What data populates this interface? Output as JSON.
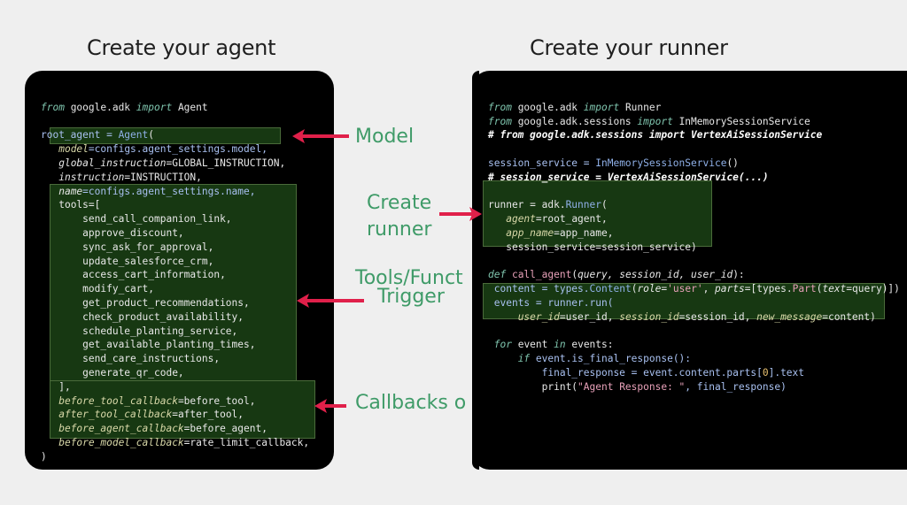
{
  "titles": {
    "left": "Create your agent",
    "right": "Create your runner"
  },
  "labels": {
    "model": "Model",
    "create_runner_1": "Create",
    "create_runner_2": "runner",
    "tools_1": "Tools/Funct",
    "tools_2": "Trigger",
    "callbacks": "Callbacks o"
  },
  "agent_code": {
    "import_from": "from",
    "import_module": " google.adk ",
    "import_kw": "import",
    "import_name": " Agent",
    "root_lhs": "root_agent = ",
    "root_cls": "Agent",
    "root_paren": "(",
    "model_param": "model",
    "model_val": "=configs.agent_settings.model,",
    "gi_param": "global_instruction",
    "gi_val": "=GLOBAL_INSTRUCTION,",
    "instr_param": "instruction",
    "instr_val": "=INSTRUCTION,",
    "name_param": "name",
    "name_val": "=configs.agent_settings.name,",
    "tools_open": "tools=[",
    "tools": [
      "send_call_companion_link,",
      "approve_discount,",
      "sync_ask_for_approval,",
      "update_salesforce_crm,",
      "access_cart_information,",
      "modify_cart,",
      "get_product_recommendations,",
      "check_product_availability,",
      "schedule_planting_service,",
      "get_available_planting_times,",
      "send_care_instructions,",
      "generate_qr_code,"
    ],
    "tools_close": "],",
    "callbacks": [
      {
        "param": "before_tool_callback",
        "val": "=before_tool,"
      },
      {
        "param": "after_tool_callback",
        "val": "=after_tool,"
      },
      {
        "param": "before_agent_callback",
        "val": "=before_agent,"
      },
      {
        "param": "before_model_callback",
        "val": "=rate_limit_callback,"
      }
    ],
    "close": ")"
  },
  "runner_code": {
    "l1": {
      "from": "from",
      "mod": " google.adk ",
      "imp": "import",
      "name": " Runner"
    },
    "l2": {
      "from": "from",
      "mod": " google.adk.sessions ",
      "imp": "import",
      "name": " InMemorySessionService"
    },
    "l3": "# from google.adk.sessions import VertexAiSessionService",
    "l5a": "session_service = ",
    "l5b": "InMemorySessionService",
    "l5c": "()",
    "l6": "# session_service = VertexAiSessionService(...)",
    "r1a": "runner = adk.",
    "r1b": "Runner",
    "r1c": "(",
    "r2p": "agent",
    "r2v": "=root_agent,",
    "r3p": "app_name",
    "r3v": "=app_name,",
    "r4": "session_service=session_service)",
    "d1a": "def ",
    "d1b": "call_agent",
    "d1c": "(",
    "d1d": "query, session_id, user_id",
    "d1e": "):",
    "c1a": "content = types.",
    "c1b": "Content",
    "c1c": "(",
    "c1d": "role",
    "c1e": "=",
    "c1f": "'user'",
    "c1g": ", ",
    "c1h": "parts",
    "c1i": "=[types.",
    "c1j": "Part",
    "c1k": "(",
    "c1l": "text",
    "c1m": "=query)])",
    "e1": "events = runner.run(",
    "e2a": "user_id",
    "e2b": "=user_id, ",
    "e2c": "session_id",
    "e2d": "=session_id, ",
    "e2e": "new_message",
    "e2f": "=content)",
    "f1a": "for",
    "f1b": " event ",
    "f1c": "in",
    "f1d": " events:",
    "f2a": "if",
    "f2b": " event.is_final_response():",
    "f3a": "final_response = event.content.parts[",
    "f3b": "0",
    "f3c": "].text",
    "f4a": "print(",
    "f4b": "\"Agent Response: \"",
    "f4c": ", final_response)"
  },
  "colors": {
    "label_green": "#3f9b68",
    "arrow_red": "#e0204a",
    "highlight_bg": "#173812"
  }
}
